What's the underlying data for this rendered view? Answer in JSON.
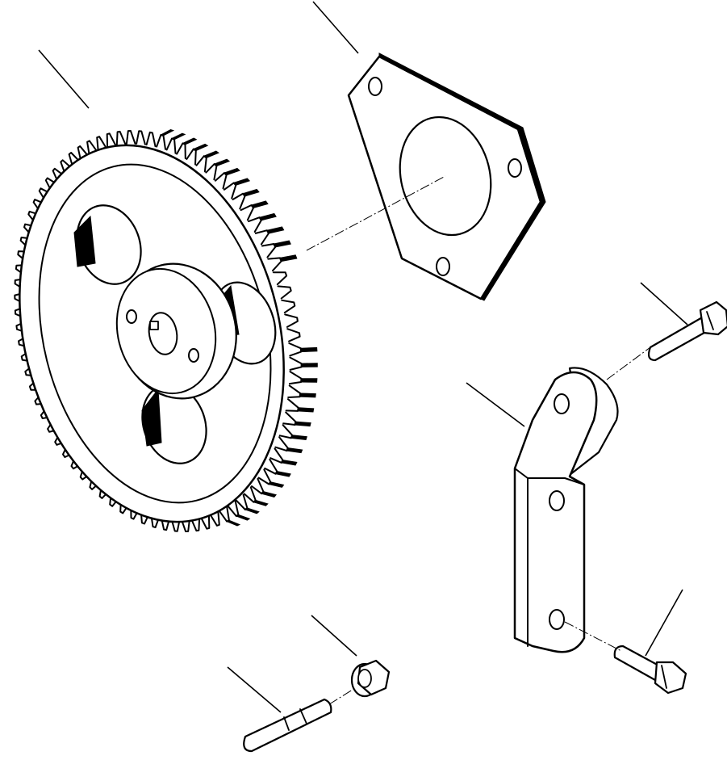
{
  "diagram": {
    "type": "exploded-parts-view",
    "parts": [
      {
        "id": "gear",
        "icon": "spur-gear-icon"
      },
      {
        "id": "gasket",
        "icon": "gasket-plate-icon"
      },
      {
        "id": "bracket",
        "icon": "support-bracket-icon"
      },
      {
        "id": "bracket-upper-bolt",
        "icon": "flange-bolt-icon"
      },
      {
        "id": "bracket-lower-bolt",
        "icon": "flange-bolt-icon"
      },
      {
        "id": "nut",
        "icon": "flange-nut-icon"
      },
      {
        "id": "stud",
        "icon": "stud-icon"
      }
    ],
    "colors": {
      "ink": "#000000",
      "paper": "#ffffff"
    }
  }
}
